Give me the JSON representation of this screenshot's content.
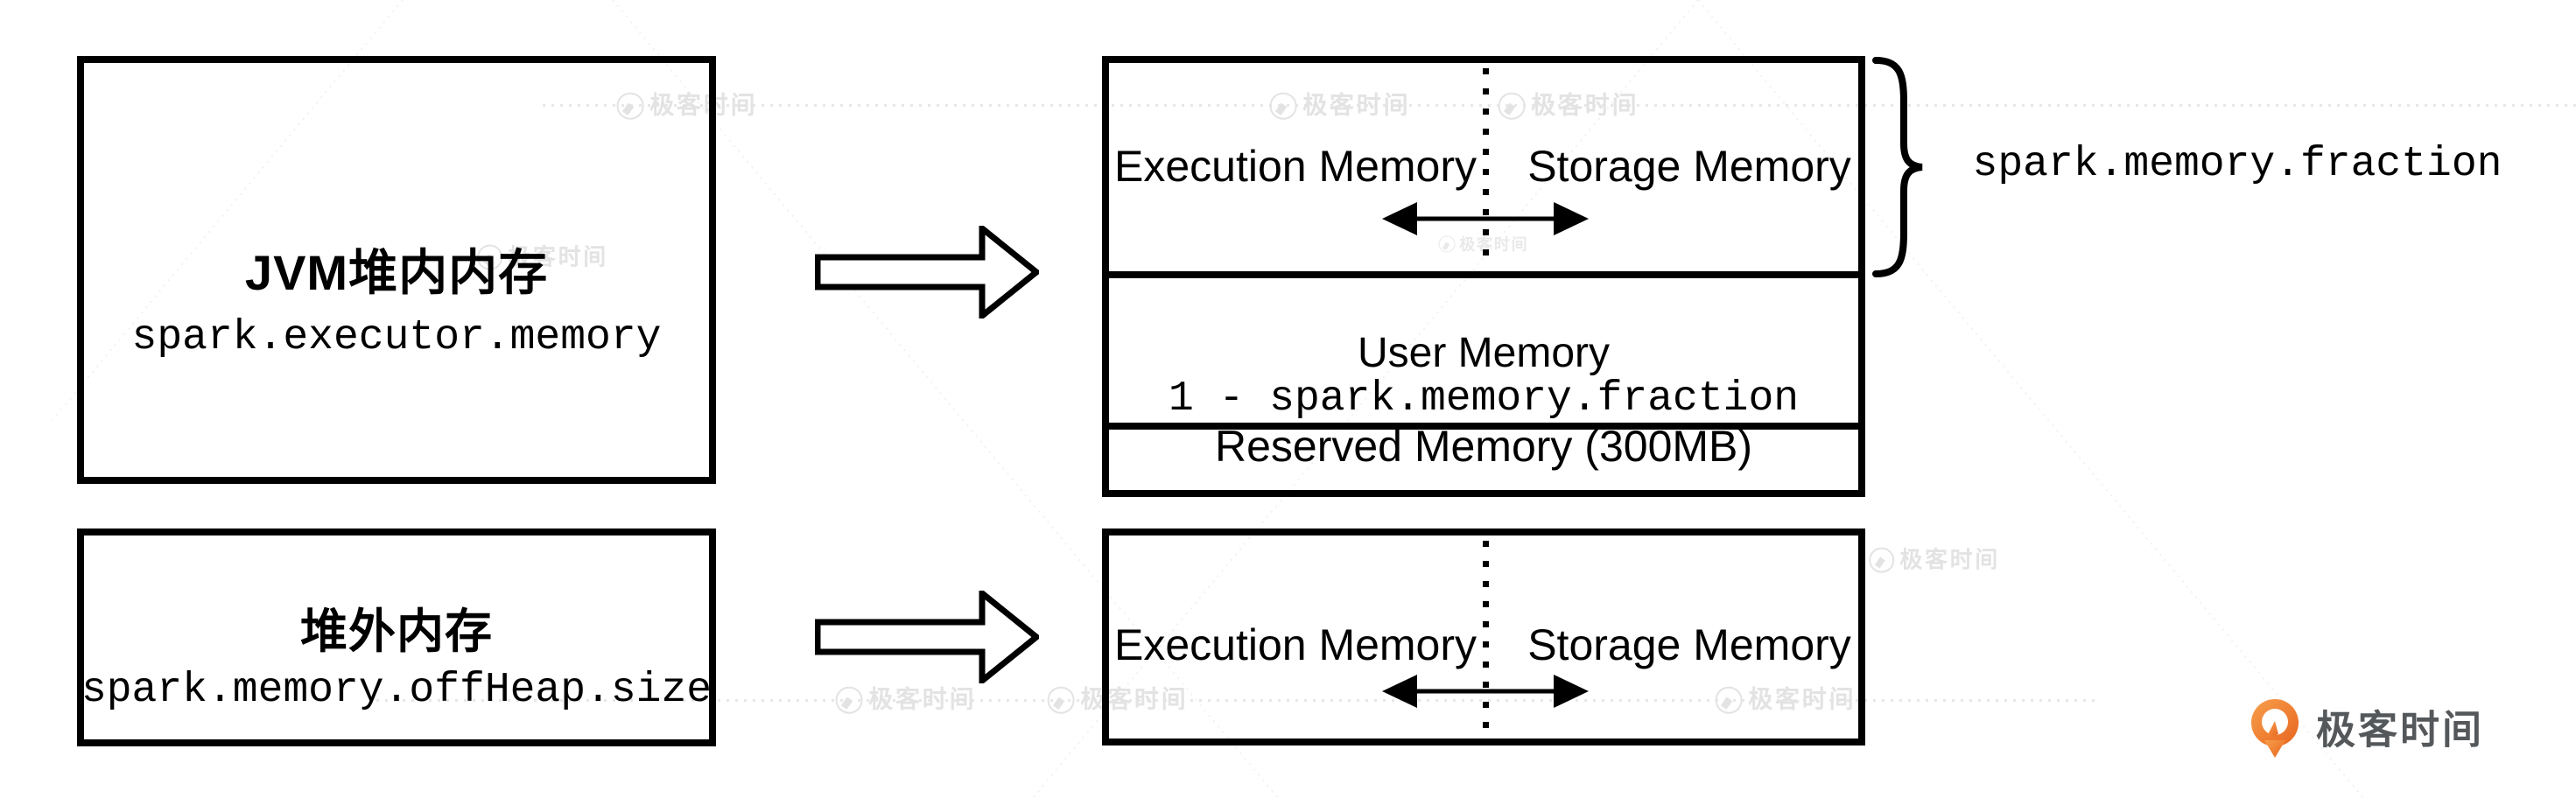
{
  "diagram": {
    "heap_source": {
      "title": "JVM堆内内存",
      "config": "spark.executor.memory"
    },
    "offheap_source": {
      "title": "堆外内存",
      "config": "spark.memory.offHeap.size"
    },
    "heap_layout": {
      "execution_label": "Execution Memory",
      "storage_label": "Storage Memory",
      "user_label": "User Memory",
      "user_formula": "1 - spark.memory.fraction",
      "reserved_label": "Reserved Memory (300MB)",
      "fraction_label": "spark.memory.fraction"
    },
    "offheap_layout": {
      "execution_label": "Execution Memory",
      "storage_label": "Storage Memory"
    }
  },
  "brand": {
    "logo_text": "极客时间",
    "watermark_text": "极客时间",
    "orange_start": "#F7A04C",
    "orange_end": "#E8641F",
    "text_gray": "#55585B"
  },
  "colors": {
    "ink": "#000000",
    "background": "#FFFFFF",
    "watermark": "#E6E6E6"
  }
}
